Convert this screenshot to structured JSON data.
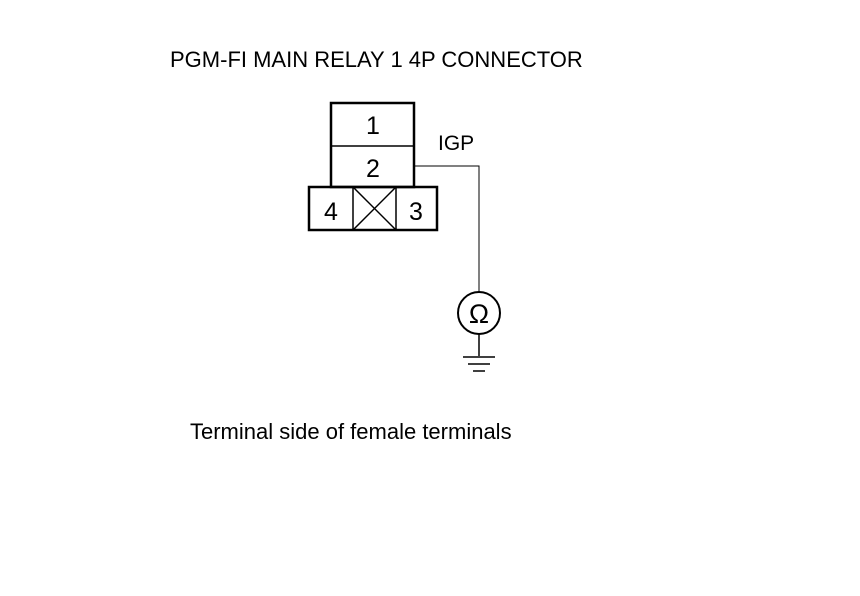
{
  "title": "PGM-FI MAIN RELAY 1 4P CONNECTOR",
  "connector": {
    "terminals": {
      "t1": "1",
      "t2": "2",
      "t3": "3",
      "t4": "4"
    }
  },
  "wire_label": "IGP",
  "meter_symbol": "Ω",
  "caption": "Terminal side of female terminals",
  "icons": {
    "meter": "ohmmeter-icon",
    "ground": "ground-icon",
    "blocked_cavity": "blocked-cavity-icon"
  },
  "colors": {
    "line": "#000000",
    "background": "#ffffff"
  }
}
